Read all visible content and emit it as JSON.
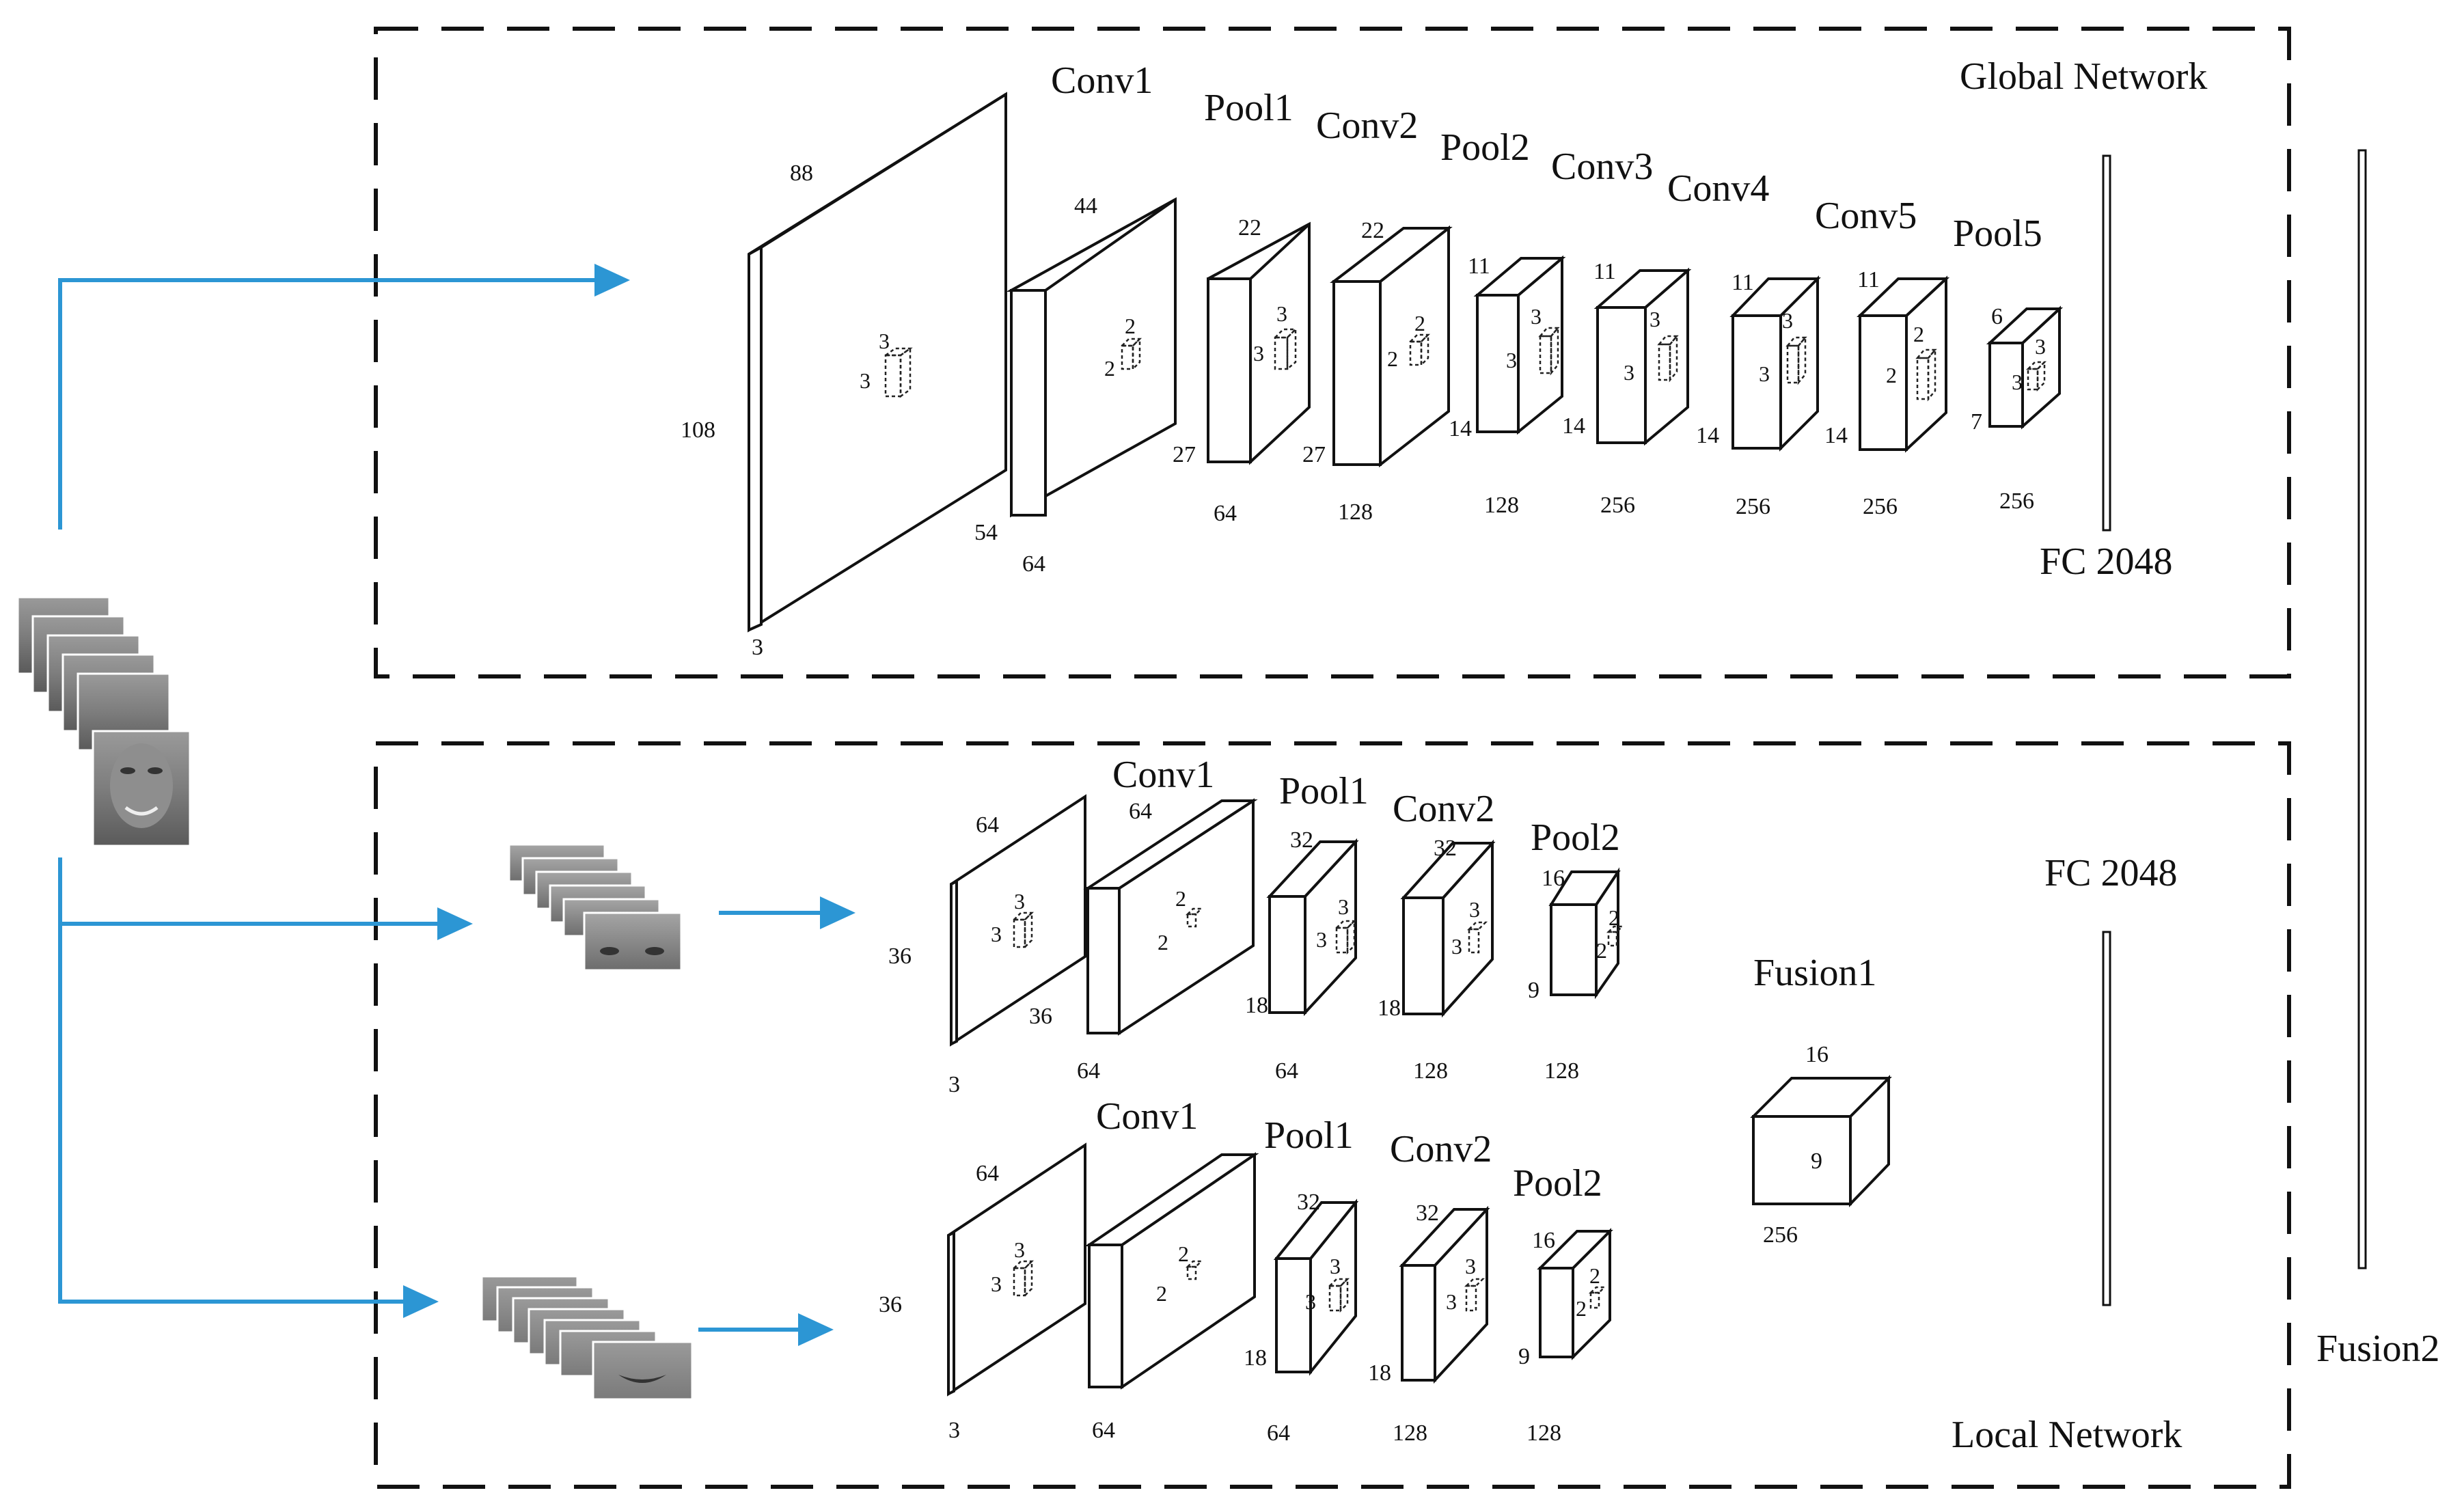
{
  "regions": {
    "global_title": "Global Network",
    "local_title": "Local Network",
    "fusion1": "Fusion1",
    "fusion2": "Fusion2"
  },
  "global": {
    "layers": {
      "conv1": "Conv1",
      "pool1": "Pool1",
      "conv2": "Conv2",
      "pool2": "Pool2",
      "conv3": "Conv3",
      "conv4": "Conv4",
      "conv5": "Conv5",
      "pool5": "Pool5",
      "fc": "FC 2048"
    },
    "dims": {
      "input_w": "88",
      "input_h": "108",
      "input_d": "3",
      "c1_w": "44",
      "c1_h": "54",
      "c1_d": "64",
      "p1_w": "22",
      "p1_h": "27",
      "p1_d": "64",
      "c2_w": "22",
      "c2_h": "27",
      "c2_d": "128",
      "p2_w": "11",
      "p2_h": "14",
      "p2_d": "128",
      "c3_w": "11",
      "c3_h": "14",
      "c3_d": "256",
      "c4_w": "11",
      "c4_h": "14",
      "c4_d": "256",
      "c5_w": "11",
      "c5_h": "14",
      "c5_d": "256",
      "p5_w": "6",
      "p5_h": "7",
      "p5_d": "256"
    },
    "kernels": {
      "k1_a": "3",
      "k1_b": "3",
      "k2_a": "2",
      "k2_b": "2",
      "k3_a": "3",
      "k3_b": "3",
      "k4_a": "2",
      "k4_b": "2",
      "k5_a": "3",
      "k5_b": "3",
      "k6_a": "3",
      "k6_b": "3",
      "k7_a": "3",
      "k7_b": "3",
      "k8_a": "2",
      "k8_b": "2",
      "k9_a": "3",
      "k9_b": "3"
    }
  },
  "local_eye": {
    "layers": {
      "conv1": "Conv1",
      "pool1": "Pool1",
      "conv2": "Conv2",
      "pool2": "Pool2"
    },
    "dims": {
      "in_w": "64",
      "in_h": "36",
      "in_d": "3",
      "c1_w": "64",
      "c1_h": "36",
      "c1_d": "64",
      "p1_w": "32",
      "p1_h": "18",
      "p1_d": "64",
      "c2_w": "32",
      "c2_h": "18",
      "c2_d": "128",
      "p2_w": "16",
      "p2_h": "9",
      "p2_d": "128"
    },
    "kernels": {
      "k1_a": "3",
      "k1_b": "3",
      "k2_a": "2",
      "k2_b": "2",
      "k3_a": "3",
      "k3_b": "3",
      "k4_a": "3",
      "k4_b": "3",
      "k5_a": "2",
      "k5_b": "2"
    }
  },
  "local_mouth": {
    "layers": {
      "conv1": "Conv1",
      "pool1": "Pool1",
      "conv2": "Conv2",
      "pool2": "Pool2"
    },
    "dims": {
      "in_w": "64",
      "in_h": "36",
      "in_d": "3",
      "c1_d": "64",
      "p1_w": "32",
      "p1_h": "18",
      "p1_d": "64",
      "c2_w": "32",
      "c2_h": "18",
      "c2_d": "128",
      "p2_w": "16",
      "p2_h": "9",
      "p2_d": "128"
    },
    "kernels": {
      "k1_a": "3",
      "k1_b": "3",
      "k2_a": "2",
      "k2_b": "2",
      "k3_a": "3",
      "k3_b": "3",
      "k4_a": "3",
      "k4_b": "3",
      "k5_a": "2",
      "k5_b": "2"
    }
  },
  "fusion1_block": {
    "w": "16",
    "h": "9",
    "d": "256"
  },
  "local_fc": "FC 2048",
  "colors": {
    "arrow": "#2c96d4",
    "frame": "#111111"
  }
}
